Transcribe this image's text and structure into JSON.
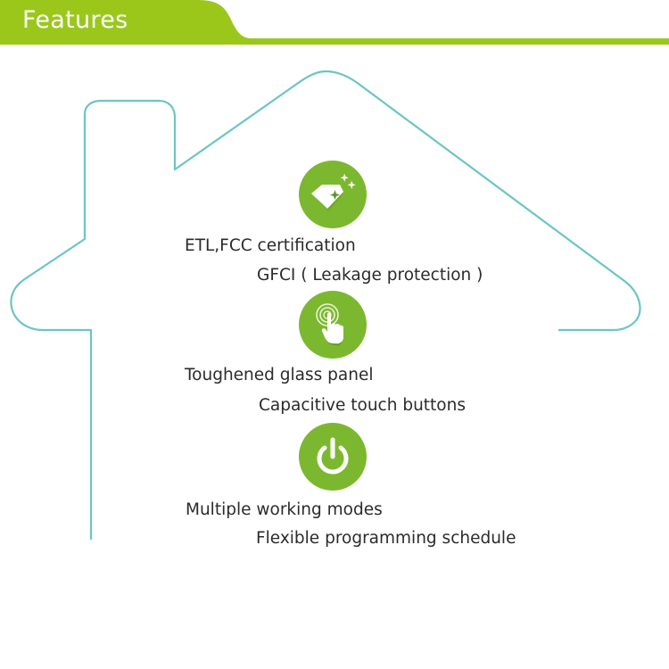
{
  "header": {
    "title": "Features"
  },
  "colors": {
    "banner_green": "#9bc71b",
    "icon_green": "#7cb82f",
    "house_outline": "#6cc5c4",
    "text": "#2b2b2b"
  },
  "features": [
    {
      "icon": "diamond-sparkle-icon",
      "line1": "ETL,FCC certification",
      "line2": "GFCI ( Leakage protection )"
    },
    {
      "icon": "touch-finger-icon",
      "line1": "Toughened glass panel",
      "line2": "Capacitive touch buttons"
    },
    {
      "icon": "power-icon",
      "line1": "Multiple working modes",
      "line2": "Flexible programming schedule"
    }
  ]
}
